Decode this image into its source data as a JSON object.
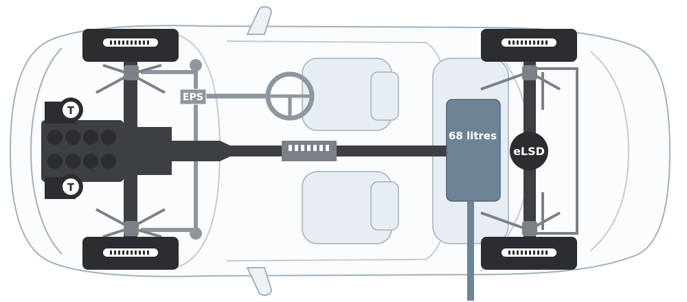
{
  "labels": {
    "eps": "EPS",
    "tank": "68 litres",
    "elsd": "eLSD",
    "turbo": "T"
  },
  "colors": {
    "body_outline": "#9fb0bd",
    "seat_fill": "#e7edf2",
    "chassis": "#3c3f43",
    "chassis_light": "#7b8188",
    "tank_fill": "#6c8496",
    "wheel_fill": "#2b2d30",
    "text_light": "#ffffff"
  }
}
